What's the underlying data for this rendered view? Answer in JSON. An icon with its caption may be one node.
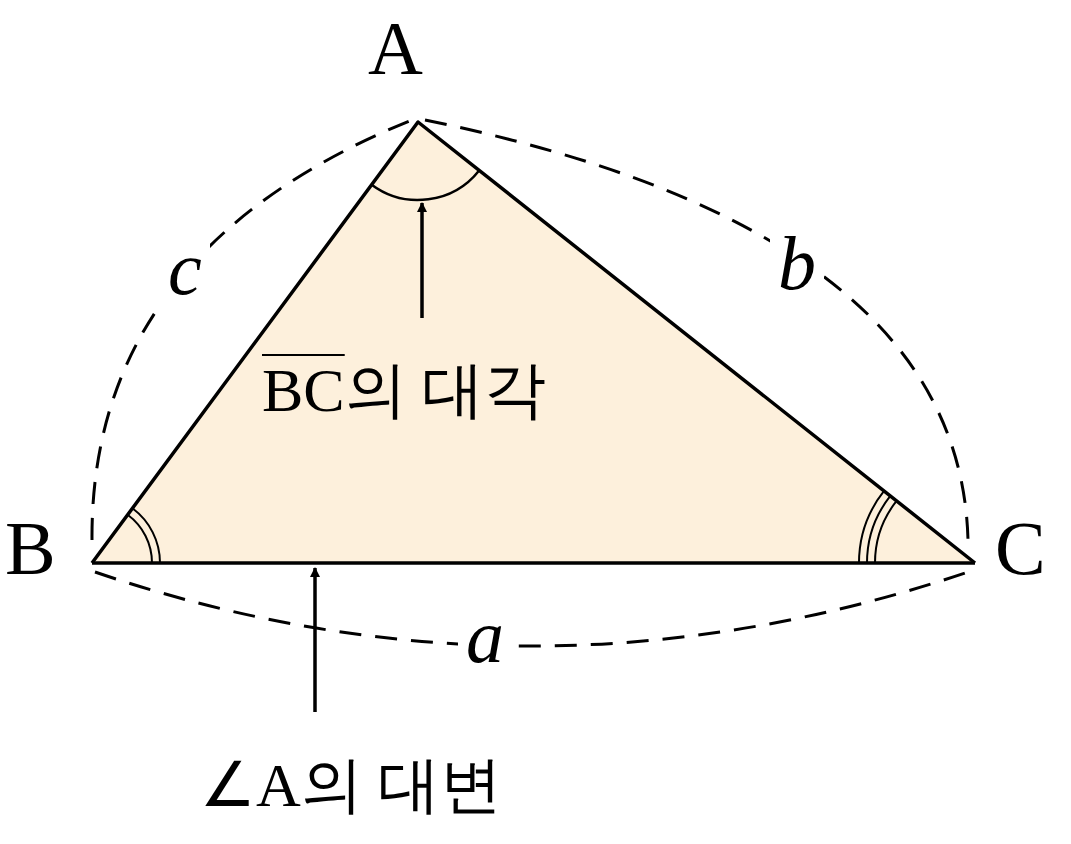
{
  "diagram": {
    "nodes": [
      {
        "text": [
          "BC",
          "의 대각"
        ]
      },
      {
        "text": [],
        "shape": "arc"
      },
      {
        "text": [
          "∠A의 대변"
        ]
      },
      {
        "text": [],
        "shape": "line"
      }
    ],
    "edges": [
      {
        "from": 0,
        "to": 1,
        "arrow": "to"
      },
      {
        "from": 2,
        "to": 3,
        "arrow": "to"
      }
    ],
    "labels": [
      "A",
      "B",
      "C",
      "a",
      "b",
      "c"
    ]
  }
}
